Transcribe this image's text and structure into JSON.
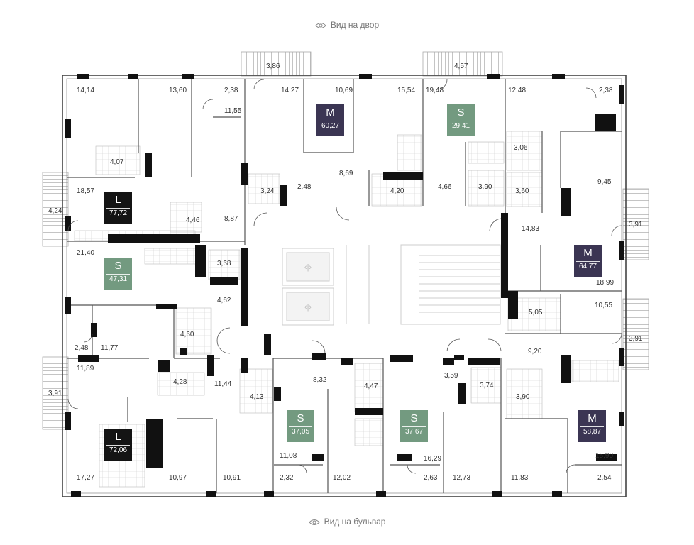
{
  "view_top": "Вид на двор",
  "view_bottom": "Вид на бульвар",
  "colors": {
    "S": "#739a80",
    "M": "#3b3553",
    "L": "#141414"
  },
  "apartments": [
    {
      "type": "M",
      "area": "60,27"
    },
    {
      "type": "S",
      "area": "29,41"
    },
    {
      "type": "L",
      "area": "77,72"
    },
    {
      "type": "S",
      "area": "47,31"
    },
    {
      "type": "M",
      "area": "64,77"
    },
    {
      "type": "S",
      "area": "37,05"
    },
    {
      "type": "S",
      "area": "37,67"
    },
    {
      "type": "M",
      "area": "58,87"
    },
    {
      "type": "L",
      "area": "72,06"
    }
  ],
  "room_areas": [
    "3,86",
    "4,57",
    "14,14",
    "13,60",
    "2,38",
    "11,55",
    "14,27",
    "10,69",
    "15,54",
    "19,48",
    "12,48",
    "2,38",
    "4,07",
    "3,06",
    "8,69",
    "18,57",
    "3,24",
    "2,48",
    "4,20",
    "4,66",
    "3,90",
    "3,60",
    "9,45",
    "4,24",
    "4,46",
    "8,87",
    "14,83",
    "3,91",
    "21,40",
    "3,68",
    "18,99",
    "4,62",
    "5,05",
    "10,55",
    "4,60",
    "2,48",
    "11,77",
    "3,91",
    "9,20",
    "11,89",
    "4,28",
    "11,44",
    "8,32",
    "4,47",
    "3,59",
    "3,74",
    "3,91",
    "4,13",
    "3,90",
    "11,08",
    "16,29",
    "15,90",
    "2,32",
    "12,02",
    "2,63",
    "12,73",
    "11,83",
    "2,54",
    "17,27",
    "10,97",
    "10,91"
  ]
}
